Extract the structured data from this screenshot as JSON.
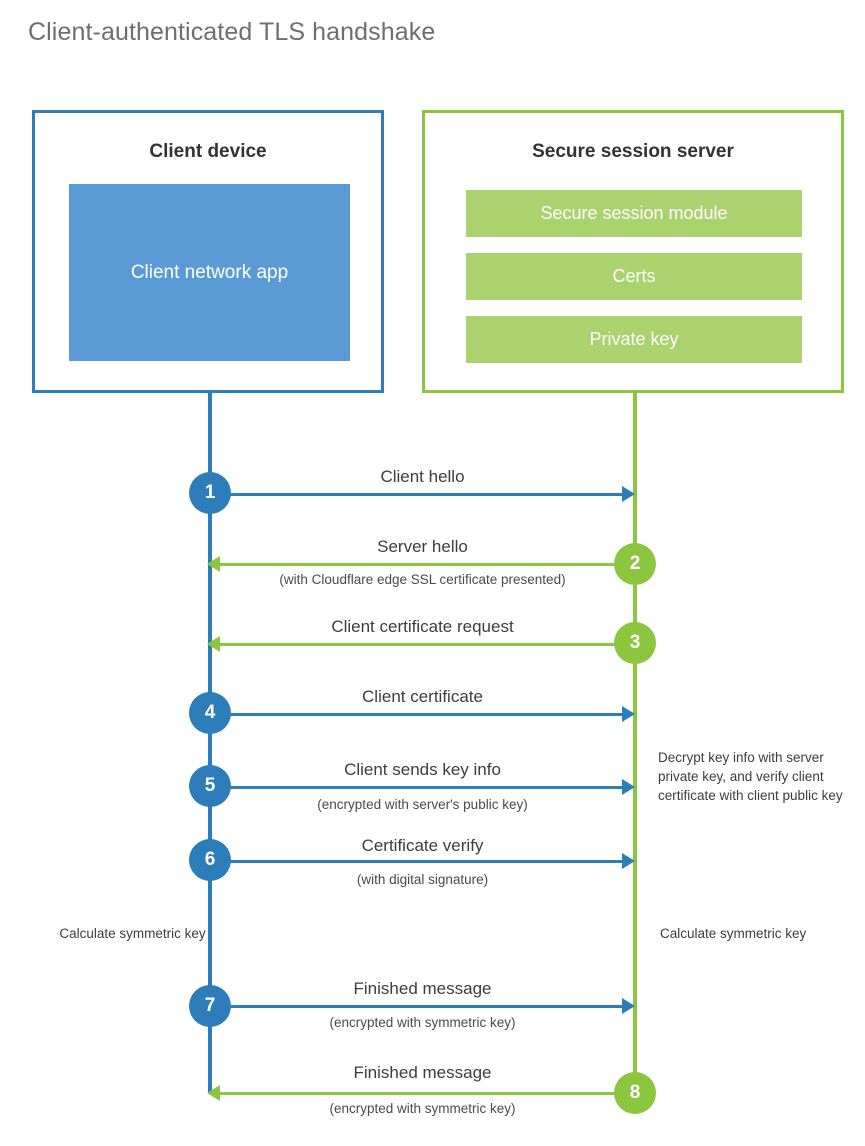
{
  "title": "Client-authenticated TLS handshake",
  "colors": {
    "client_blue": "#2d7dbb",
    "client_app_fill": "#5b9bd5",
    "server_green": "#8cc63f",
    "server_bar_fill": "#aad370",
    "title_gray": "#6e6e6e",
    "text_dark": "#3d3d3d"
  },
  "client": {
    "title": "Client device",
    "app_label": "Client network app"
  },
  "server": {
    "title": "Secure session server",
    "components": [
      "Secure session module",
      "Certs",
      "Private key"
    ]
  },
  "steps": [
    {
      "number": "1",
      "label": "Client hello",
      "sublabel": "",
      "direction": "client-to-server",
      "side": "client"
    },
    {
      "number": "2",
      "label": "Server hello",
      "sublabel": "(with Cloudflare edge SSL certificate presented)",
      "direction": "server-to-client",
      "side": "server"
    },
    {
      "number": "3",
      "label": "Client certificate request",
      "sublabel": "",
      "direction": "server-to-client",
      "side": "server"
    },
    {
      "number": "4",
      "label": "Client certificate",
      "sublabel": "",
      "direction": "client-to-server",
      "side": "client"
    },
    {
      "number": "5",
      "label": "Client sends key info",
      "sublabel": "(encrypted with server's public key)",
      "direction": "client-to-server",
      "side": "client"
    },
    {
      "number": "6",
      "label": "Certificate verify",
      "sublabel": "(with digital signature)",
      "direction": "client-to-server",
      "side": "client"
    },
    {
      "number": "7",
      "label": "Finished message",
      "sublabel": "(encrypted with symmetric key)",
      "direction": "client-to-server",
      "side": "client"
    },
    {
      "number": "8",
      "label": "Finished message",
      "sublabel": "(encrypted with symmetric key)",
      "direction": "server-to-client",
      "side": "server"
    }
  ],
  "notes": {
    "decrypt": "Decrypt key info with server private key, and verify client certificate with client public key",
    "calculate_symmetric_key_client": "Calculate symmetric key",
    "calculate_symmetric_key_server": "Calculate symmetric key"
  }
}
